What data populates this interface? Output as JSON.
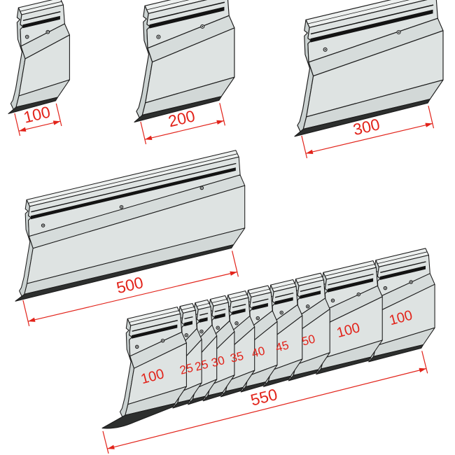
{
  "colors": {
    "background": "#ffffff",
    "outline": "#1b1b1b",
    "front": "#dee3e2",
    "top": "#edf0ef",
    "side": "#cbd2d1",
    "shoulder": "#d6dcdb",
    "nose": "#d2d8d7",
    "tip": "#2d2f2e",
    "groove": "#131313",
    "dimension": "#e2231a"
  },
  "tools": [
    {
      "id": "punch-100",
      "dimension_label": "100"
    },
    {
      "id": "punch-200",
      "dimension_label": "200"
    },
    {
      "id": "punch-300",
      "dimension_label": "300"
    },
    {
      "id": "punch-500",
      "dimension_label": "500"
    }
  ],
  "segment_set": {
    "total_dimension_label": "550",
    "segments": [
      {
        "label": "100"
      },
      {
        "label": "25"
      },
      {
        "label": "25"
      },
      {
        "label": "30"
      },
      {
        "label": "35"
      },
      {
        "label": "40"
      },
      {
        "label": "45"
      },
      {
        "label": "50"
      },
      {
        "label": "100"
      },
      {
        "label": "100"
      }
    ]
  }
}
